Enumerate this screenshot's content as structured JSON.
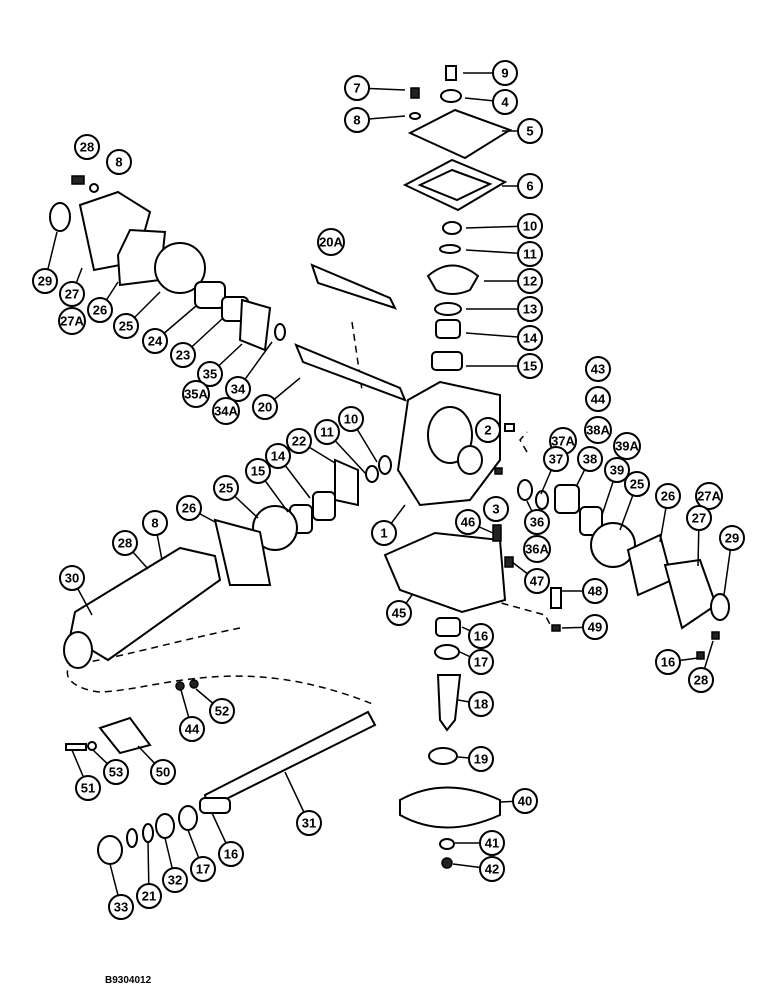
{
  "figure_code": "B9304012",
  "callouts": [
    {
      "id": "c9",
      "label": "9"
    },
    {
      "id": "c4",
      "label": "4"
    },
    {
      "id": "c7",
      "label": "7"
    },
    {
      "id": "c8a",
      "label": "8"
    },
    {
      "id": "c5",
      "label": "5"
    },
    {
      "id": "c6",
      "label": "6"
    },
    {
      "id": "c10a",
      "label": "10"
    },
    {
      "id": "c11a",
      "label": "11"
    },
    {
      "id": "c12",
      "label": "12"
    },
    {
      "id": "c13",
      "label": "13"
    },
    {
      "id": "c14a",
      "label": "14"
    },
    {
      "id": "c15a",
      "label": "15"
    },
    {
      "id": "c43",
      "label": "43"
    },
    {
      "id": "c44a",
      "label": "44"
    },
    {
      "id": "c2",
      "label": "2"
    },
    {
      "id": "c28a",
      "label": "28"
    },
    {
      "id": "c8b",
      "label": "8"
    },
    {
      "id": "c29a",
      "label": "29"
    },
    {
      "id": "c27a",
      "label": "27"
    },
    {
      "id": "c27Aa",
      "label": "27A"
    },
    {
      "id": "c26a",
      "label": "26"
    },
    {
      "id": "c25a",
      "label": "25"
    },
    {
      "id": "c24",
      "label": "24"
    },
    {
      "id": "c23",
      "label": "23"
    },
    {
      "id": "c35",
      "label": "35"
    },
    {
      "id": "c35A",
      "label": "35A"
    },
    {
      "id": "c34",
      "label": "34"
    },
    {
      "id": "c34A",
      "label": "34A"
    },
    {
      "id": "c20A",
      "label": "20A"
    },
    {
      "id": "c20",
      "label": "20"
    },
    {
      "id": "c10b",
      "label": "10"
    },
    {
      "id": "c11b",
      "label": "11"
    },
    {
      "id": "c22",
      "label": "22"
    },
    {
      "id": "c14b",
      "label": "14"
    },
    {
      "id": "c15b",
      "label": "15"
    },
    {
      "id": "c25b",
      "label": "25"
    },
    {
      "id": "c26b",
      "label": "26"
    },
    {
      "id": "c1",
      "label": "1"
    },
    {
      "id": "c3",
      "label": "3"
    },
    {
      "id": "c37A",
      "label": "37A"
    },
    {
      "id": "c38A",
      "label": "38A"
    },
    {
      "id": "c39A",
      "label": "39A"
    },
    {
      "id": "c37",
      "label": "37"
    },
    {
      "id": "c38",
      "label": "38"
    },
    {
      "id": "c39",
      "label": "39"
    },
    {
      "id": "c25c",
      "label": "25"
    },
    {
      "id": "c26c",
      "label": "26"
    },
    {
      "id": "c27Ab",
      "label": "27A"
    },
    {
      "id": "c27b",
      "label": "27"
    },
    {
      "id": "c29b",
      "label": "29"
    },
    {
      "id": "c36",
      "label": "36"
    },
    {
      "id": "c36A",
      "label": "36A"
    },
    {
      "id": "c46",
      "label": "46"
    },
    {
      "id": "c47",
      "label": "47"
    },
    {
      "id": "c48",
      "label": "48"
    },
    {
      "id": "c45",
      "label": "45"
    },
    {
      "id": "c49",
      "label": "49"
    },
    {
      "id": "c16a",
      "label": "16"
    },
    {
      "id": "c17a",
      "label": "17"
    },
    {
      "id": "c18",
      "label": "18"
    },
    {
      "id": "c19",
      "label": "19"
    },
    {
      "id": "c40",
      "label": "40"
    },
    {
      "id": "c41",
      "label": "41"
    },
    {
      "id": "c42",
      "label": "42"
    },
    {
      "id": "c16b",
      "label": "16"
    },
    {
      "id": "c28b",
      "label": "28"
    },
    {
      "id": "c8c",
      "label": "8"
    },
    {
      "id": "c28c",
      "label": "28"
    },
    {
      "id": "c30",
      "label": "30"
    },
    {
      "id": "c44b",
      "label": "44"
    },
    {
      "id": "c52",
      "label": "52"
    },
    {
      "id": "c50",
      "label": "50"
    },
    {
      "id": "c51",
      "label": "51"
    },
    {
      "id": "c53",
      "label": "53"
    },
    {
      "id": "c31",
      "label": "31"
    },
    {
      "id": "c16c",
      "label": "16"
    },
    {
      "id": "c17b",
      "label": "17"
    },
    {
      "id": "c32",
      "label": "32"
    },
    {
      "id": "c21",
      "label": "21"
    },
    {
      "id": "c33",
      "label": "33"
    }
  ]
}
